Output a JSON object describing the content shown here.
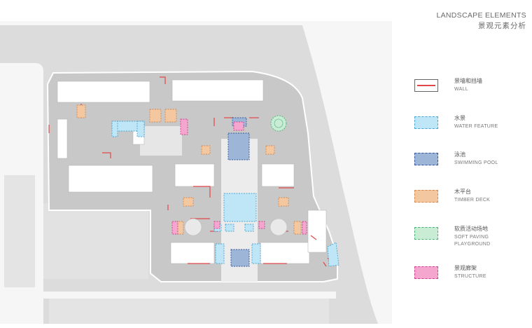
{
  "header": {
    "title_en": "LANDSCAPE ELEMENTS",
    "title_cn": "景观元素分析"
  },
  "legend": {
    "items": [
      {
        "key": "wall",
        "cn": "景墙和挡墙",
        "en": "WALL",
        "fill": "#ffffff",
        "stroke": "#666666",
        "line": "#e04848"
      },
      {
        "key": "water",
        "cn": "水景",
        "en": "WATER FEATURE",
        "fill": "#bfe6f7",
        "stroke": "#4aa6d2"
      },
      {
        "key": "pool",
        "cn": "泳池",
        "en": "SWIMMING POOL",
        "fill": "#9db6d8",
        "stroke": "#35579a"
      },
      {
        "key": "deck",
        "cn": "木平台",
        "en": "TIMBER DECK",
        "fill": "#f3c7a0",
        "stroke": "#d5894f"
      },
      {
        "key": "soft",
        "cn": "软质活动场地",
        "en": "SOFT PAVING PLAYGROUND",
        "en_line1": "SOFT PAVING",
        "en_line2": "PLAYGROUND",
        "fill": "#c9ecd4",
        "stroke": "#4cb27a"
      },
      {
        "key": "structure",
        "cn": "景观廊架",
        "en": "STRUCTURE",
        "fill": "#f5a6cf",
        "stroke": "#d0428e"
      }
    ]
  },
  "colors": {
    "ground": "#dcdcdc",
    "road": "#f6f6f6",
    "site": "#c6c6c6",
    "plaza": "#e9e9e9",
    "building": "#ffffff"
  }
}
